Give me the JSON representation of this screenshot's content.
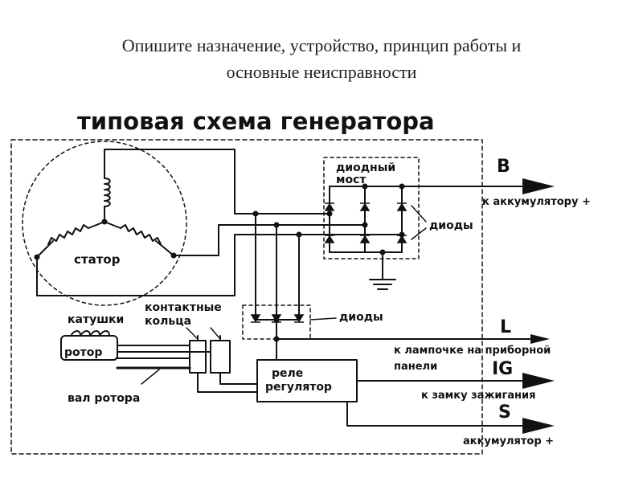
{
  "slide": {
    "title_line1": "Опишите назначение, устройство, принцип работы и",
    "title_line2": "основные неисправности"
  },
  "diagram": {
    "heading": "типовая схема генератора",
    "labels": {
      "stator": "статор",
      "diode_bridge_1": "диодный",
      "diode_bridge_2": "мост",
      "diodes_right": "диоды",
      "diodes_middle": "диоды",
      "coils": "катушки",
      "rotor": "ротор",
      "slip_rings_1": "контактные",
      "slip_rings_2": "кольца",
      "rotor_shaft": "вал ротора",
      "relay_1": "реле",
      "relay_2": "регулятор"
    },
    "terminals": {
      "b_letter": "B",
      "b_text": "к аккумулятору +",
      "l_letter": "L",
      "l_text_1": "к лампочке на приборной",
      "l_text_2": "панели",
      "ig_letter": "IG",
      "ig_text": "к замку зажигания",
      "s_letter": "S",
      "s_text": "аккумулятор +"
    }
  }
}
